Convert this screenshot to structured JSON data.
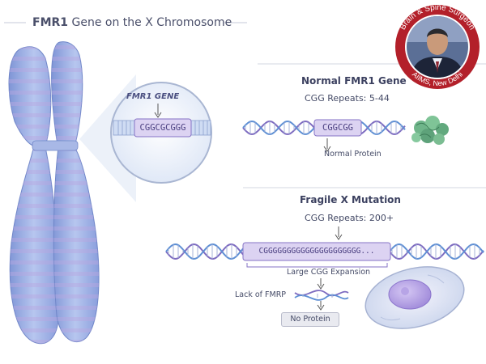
{
  "title": {
    "gene": "FMR1",
    "rest": " Gene on the X Chromosome"
  },
  "magnifier": {
    "label": "FMR1 GENE",
    "sequence": "CGGCGCGGG"
  },
  "normal": {
    "heading": "Normal FMR1 Gene",
    "repeats": "CGG Repeats: 5-44",
    "sequence": "CGGCGG",
    "outcome": "Normal Protein"
  },
  "mutation": {
    "heading": "Fragile X Mutation",
    "repeats": "CGG Repeats: 200+",
    "sequence": "CGGGGGGGGGGGGGGGGGGGGG...",
    "expansion_label": "Large CGG Expansion",
    "lack_label": "Lack of FMRP",
    "no_protein": "No Protein"
  },
  "badge": {
    "top_text": "Brain & Spine Surgeon",
    "bottom_text": "AIIMS, New Delhi",
    "ring_color": "#b3202a"
  },
  "colors": {
    "chromosome": "#8fa6dd",
    "dna_purple": "#7d6bc0",
    "dna_blue": "#5e8fd4",
    "gene_box": "#dcd3f2",
    "protein": "#6fb58a"
  }
}
